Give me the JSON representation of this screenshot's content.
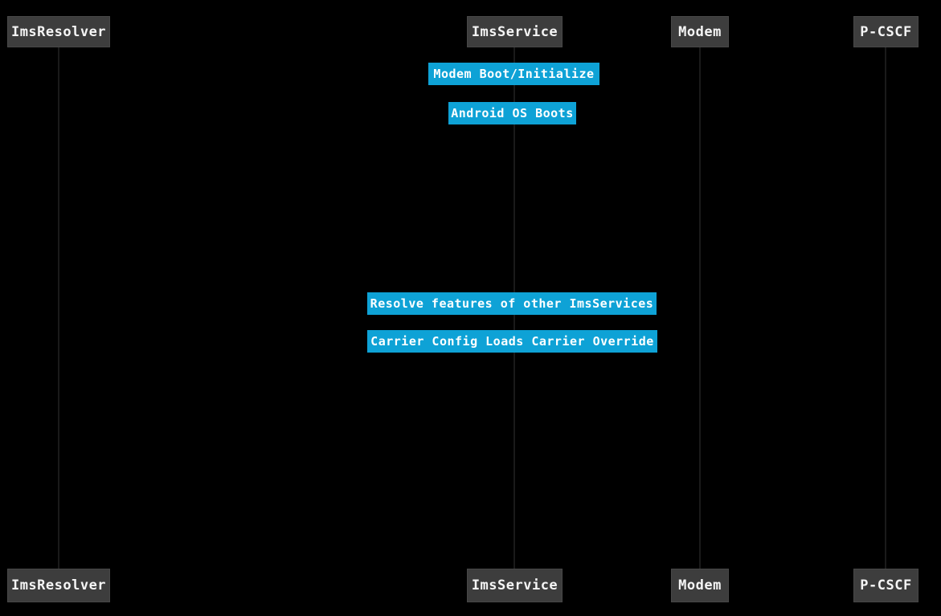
{
  "diagram": {
    "type": "sequence-diagram",
    "theme": {
      "background": "#000000",
      "participant_fill": "#3d3d3d",
      "participant_border": "#474747",
      "participant_text": "#f5f5f5",
      "note_fill": "#0ea2d6",
      "note_text": "#ffffff",
      "lifeline_color": "#1a1a1a"
    },
    "participants": [
      {
        "id": "ImsResolver",
        "label": "ImsResolver"
      },
      {
        "id": "ImsService",
        "label": "ImsService"
      },
      {
        "id": "Modem",
        "label": "Modem"
      },
      {
        "id": "P-CSCF",
        "label": "P-CSCF"
      }
    ],
    "notes": [
      {
        "over": "ImsService",
        "label": "Modem Boot/Initialize"
      },
      {
        "over": "ImsService",
        "label": "Android OS Boots"
      },
      {
        "over": "ImsService",
        "label": "Resolve features of other ImsServices"
      },
      {
        "over": "ImsService",
        "label": "Carrier Config Loads Carrier Override"
      }
    ]
  }
}
